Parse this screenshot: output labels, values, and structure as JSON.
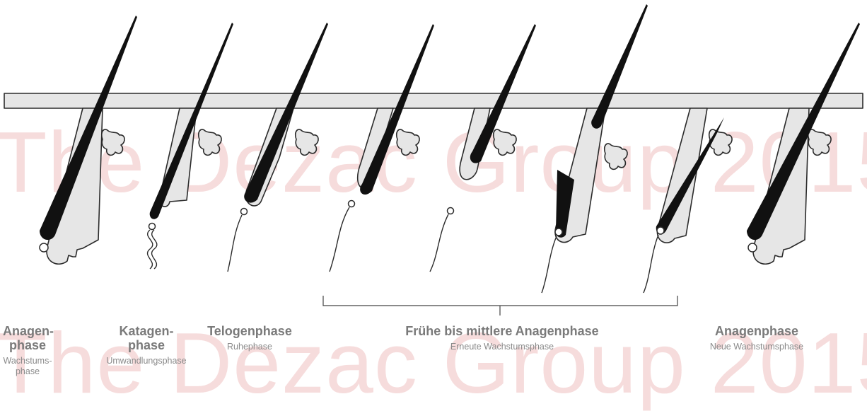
{
  "watermark": "The Dezac Group 2015",
  "stages": [
    {
      "title": "Anagen-\nphase",
      "subtitle": "Wachstums-\nphase"
    },
    {
      "title": "Katagen-\nphase",
      "subtitle": "Umwandlungsphase"
    },
    {
      "title": "Telogenphase",
      "subtitle": "Ruhephase"
    },
    {
      "title": "Frühe bis mittlere Anagenphase",
      "subtitle": "Erneute Wachstumsphase"
    },
    {
      "title": "Anagenphase",
      "subtitle": "Neue Wachstumsphase"
    }
  ],
  "colors": {
    "skin": "#e6e6e6",
    "outline": "#2b2b2b",
    "hair": "#111111",
    "label": "#7a7a7a",
    "watermark": "#f6dcdc"
  }
}
